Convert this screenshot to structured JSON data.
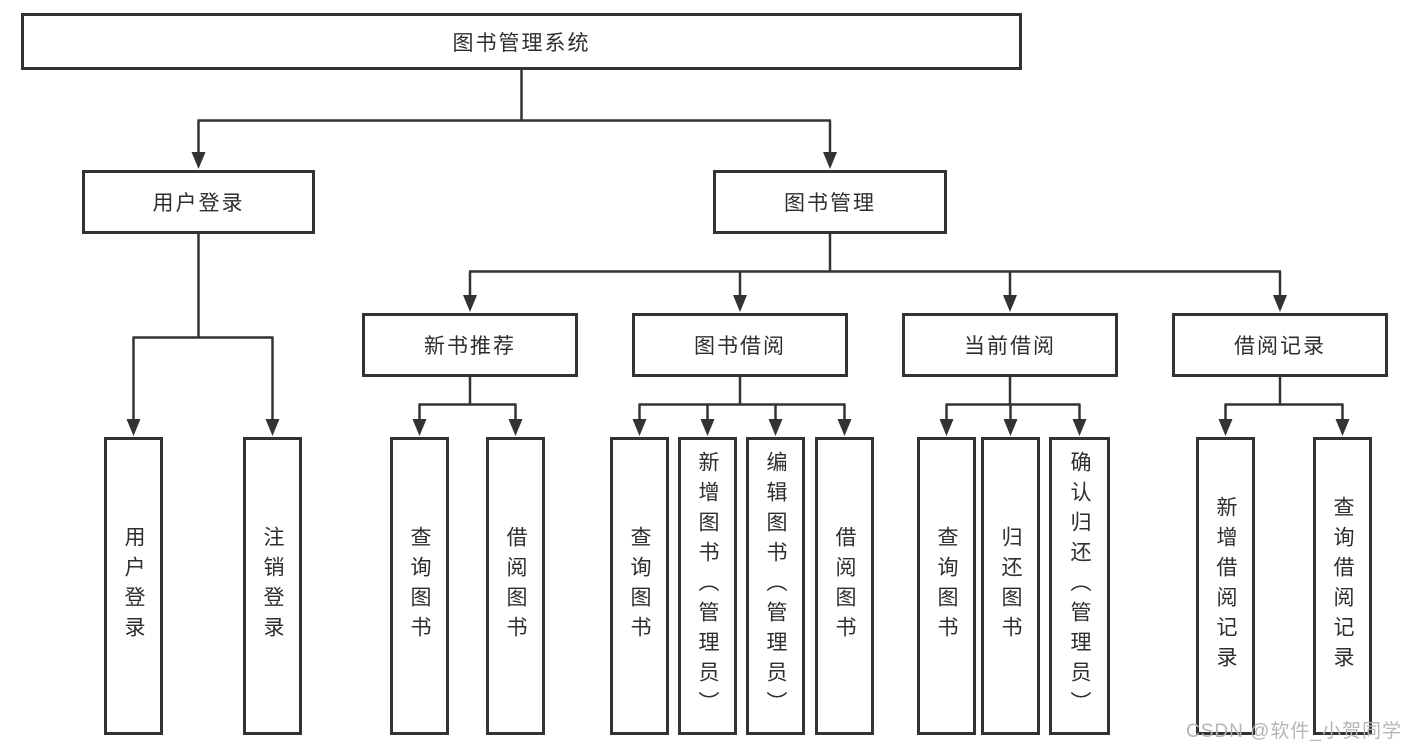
{
  "diagram": {
    "root": {
      "label": "图书管理系统"
    },
    "level2": [
      {
        "label": "用户登录"
      },
      {
        "label": "图书管理"
      }
    ],
    "level3": [
      {
        "label": "新书推荐"
      },
      {
        "label": "图书借阅"
      },
      {
        "label": "当前借阅"
      },
      {
        "label": "借阅记录"
      }
    ],
    "leaves": {
      "user_login": [
        "用户登录",
        "注销登录"
      ],
      "new_book": [
        "查询图书",
        "借阅图书"
      ],
      "book_borrow": [
        "查询图书",
        "新增图书（管理员）",
        "编辑图书（管理员）",
        "借阅图书"
      ],
      "current_borrow": [
        "查询图书",
        "归还图书",
        "确认归还（管理员）"
      ],
      "borrow_record": [
        "新增借阅记录",
        "查询借阅记录"
      ]
    }
  },
  "watermark": {
    "text": "CSDN @软件_小贺同学",
    "color": "#b5b5b5"
  },
  "colors": {
    "line": "#333333",
    "text": "#2e2e2e",
    "background": "#ffffff"
  }
}
